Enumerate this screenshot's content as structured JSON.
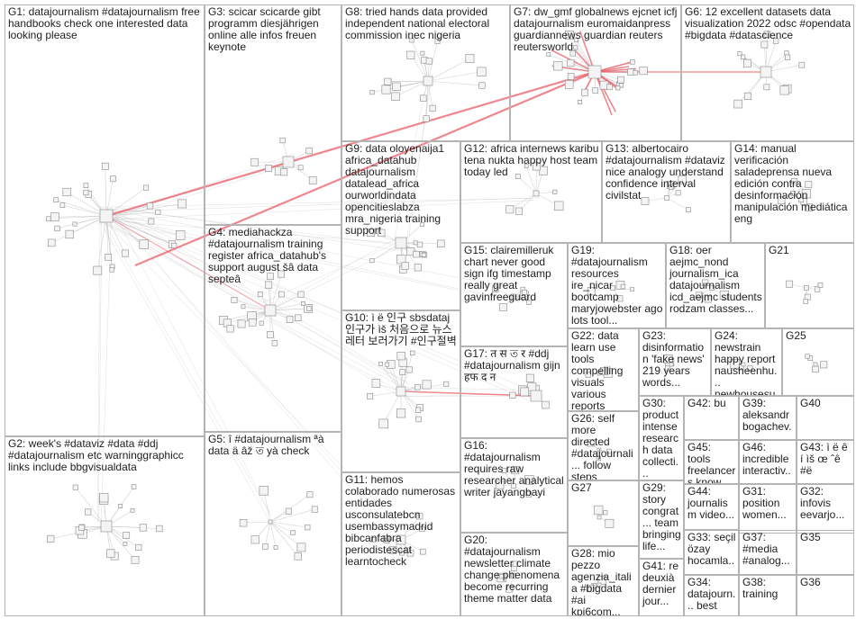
{
  "colors": {
    "border": "#b4b4b4",
    "label": "#1e1e1e",
    "edge": "#b8b8b8",
    "edge_highlight": "#e8535d",
    "node_fill": "#f4f4f4",
    "node_stroke": "#8a8a8a"
  },
  "groups": [
    {
      "id": "G1",
      "label": "G1: datajournalism #datajournalism free handbooks check one interested data looking please"
    },
    {
      "id": "G2",
      "label": "G2: week's #dataviz #data #ddj #datajournalism etc warninggraphicc links include bbgvisualdata"
    },
    {
      "id": "G3",
      "label": "G3: scicar scicarde gibt programm diesjährigen online alle infos freuen keynote"
    },
    {
      "id": "G4",
      "label": "G4: mediahackza #datajournalism training register africa_datahub's support august šâ data septeâ"
    },
    {
      "id": "G5",
      "label": "G5: î #datajournalism ªà data ä âž ত yà check"
    },
    {
      "id": "G6",
      "label": "G6: 12 excellent datasets data visualization 2022 odsc #opendata #bigdata #datascience"
    },
    {
      "id": "G7",
      "label": "G7: dw_gmf globalnews ejcnet icfj datajournalism euromaidanpress guardiannews guardian reuters reutersworld"
    },
    {
      "id": "G8",
      "label": "G8: tried hands data provided independent national electoral commission inec nigeria"
    },
    {
      "id": "G9",
      "label": "G9: data oloyenaija1 africa_datahub datajournalism datalead_africa ourworldindata opencitieslabza mra_nigeria training support"
    },
    {
      "id": "G10",
      "label": "G10: ì ë 인구 sbsdataj 인구가 ìš 처음으로 뉴스레터 보러가기 #인구절벽"
    },
    {
      "id": "G11",
      "label": "G11: hemos colaborado numerosas entidades usconsulatebcn usembassymadrid bibcanfabra periodistescat learntocheck"
    },
    {
      "id": "G12",
      "label": "G12: africa internews karibu tena nukta happy host team today led"
    },
    {
      "id": "G13",
      "label": "G13: albertocairo #datajournalism #dataviz nice analogy understand confidence interval civilstat"
    },
    {
      "id": "G14",
      "label": "G14: manual verificación saladeprensa nueva edición contra desinformación manipulación mediática eng"
    },
    {
      "id": "G15",
      "label": "G15: clairemilleruk chart never good sign ifg timestamp really great gavinfreeguard"
    },
    {
      "id": "G16",
      "label": "G16: #datajournalism requires raw researcher analytical writer jayangbayi"
    },
    {
      "id": "G17",
      "label": "G17: त स ত र #ddj #datajournalism gijn हफ द न"
    },
    {
      "id": "G18",
      "label": "G18: oer aejmc_nond journalism_ica datajournalism icd_aejmc students rodzam classes..."
    },
    {
      "id": "G19",
      "label": "G19: #datajournalism resources ire_nicar bootcamp maryjowebster ago lots tool..."
    },
    {
      "id": "G20",
      "label": "G20: #datajournalism newsletter climate change phenomena become recurring theme matter data"
    },
    {
      "id": "G21",
      "label": "G21"
    },
    {
      "id": "G22",
      "label": "G22: data learn use tools compelling visuals various reports more..."
    },
    {
      "id": "G23",
      "label": "G23: disinformation 'fake news' 219 years words..."
    },
    {
      "id": "G24",
      "label": "G24: newstrain happy report nausheenhu... newhousesu..."
    },
    {
      "id": "G25",
      "label": "G25"
    },
    {
      "id": "G26",
      "label": "G26: self more directed #datajournali... follow steps improve..."
    },
    {
      "id": "G27",
      "label": "G27"
    },
    {
      "id": "G28",
      "label": "G28: mio pezzo agenzia_italia #bigdata #ai kpi6com..."
    },
    {
      "id": "G29",
      "label": "G29: story congrat... team bringing life..."
    },
    {
      "id": "G30",
      "label": "G30: product intense research data collecti..."
    },
    {
      "id": "G31",
      "label": "G31: position women..."
    },
    {
      "id": "G32",
      "label": "G32: infovis eevarjo..."
    },
    {
      "id": "G33",
      "label": "G33: seçil özay hocamla..."
    },
    {
      "id": "G34",
      "label": "G34: datajourn... best"
    },
    {
      "id": "G35",
      "label": "G35"
    },
    {
      "id": "G36",
      "label": "G36"
    },
    {
      "id": "G37",
      "label": "G37: #media #analog..."
    },
    {
      "id": "G38",
      "label": "G38: training"
    },
    {
      "id": "G39",
      "label": "G39: aleksandr bogachev..."
    },
    {
      "id": "G40",
      "label": "G40"
    },
    {
      "id": "G41",
      "label": "G41: re deuxià dernier jour..."
    },
    {
      "id": "G42",
      "label": "G42: bu"
    },
    {
      "id": "G43",
      "label": "G43: ì ë ê í ìš œ ˆê #ë"
    },
    {
      "id": "G44",
      "label": "G44: journalism video..."
    },
    {
      "id": "G45",
      "label": "G45: tools freelancers know best..."
    },
    {
      "id": "G46",
      "label": "G46: incredible interactiv..."
    }
  ]
}
